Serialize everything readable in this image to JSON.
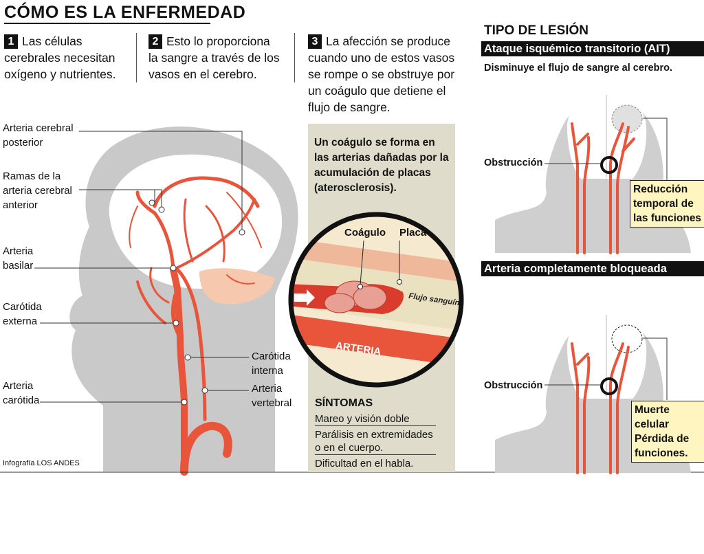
{
  "header": {
    "title": "CÓMO ES LA ENFERMEDAD"
  },
  "steps": [
    {
      "num": "1",
      "text": "Las células cerebrales necesitan oxígeno y nutrientes."
    },
    {
      "num": "2",
      "text": "Esto lo proporciona la sangre a través de los vasos en el cerebro."
    },
    {
      "num": "3",
      "text": "La afección se produce cuando uno de estos vasos se rompe o se obstruye por un coágulo que detiene el flujo de sangre."
    }
  ],
  "anatomy": {
    "labels": {
      "posterior": "Arteria cerebral posterior",
      "anterior": "Ramas de la arteria cerebral anterior",
      "basilar": "Arteria basilar",
      "externa": "Carótida externa",
      "carotida": "Arteria carótida",
      "interna": "Carótida interna",
      "vertebral": "Arteria vertebral"
    },
    "credit": "Infografía LOS ANDES"
  },
  "clot": {
    "intro": "Un coágulo se forma en las arterias dañadas por la acumulación de placas (aterosclerosis).",
    "coagulo": "Coágulo",
    "placa": "Placa",
    "flujo": "Flujo sanguíneo interrumpido",
    "arteria": "ARTERIA"
  },
  "symptoms": {
    "heading": "SÍNTOMAS",
    "items": [
      "Mareo y visión doble",
      "Parálisis en extremidades o en el cuerpo.",
      "Dificultad en el habla."
    ]
  },
  "lesion": {
    "title": "TIPO DE LESIÓN",
    "ait": {
      "head": "Ataque isquémico transitorio (AIT)",
      "desc": "Disminuye el flujo de sangre al cerebro.",
      "obstruccion": "Obstrucción",
      "note": "Reducción temporal de las funciones"
    },
    "bloqueada": {
      "head": "Arteria completamente bloqueada",
      "obstruccion": "Obstrucción",
      "note": "Muerte celular Pérdida de funciones."
    }
  },
  "colors": {
    "artery": "#e8553a",
    "silhouette": "#c9c9c9",
    "panel": "#dfdccb",
    "note": "#fff5c0"
  }
}
